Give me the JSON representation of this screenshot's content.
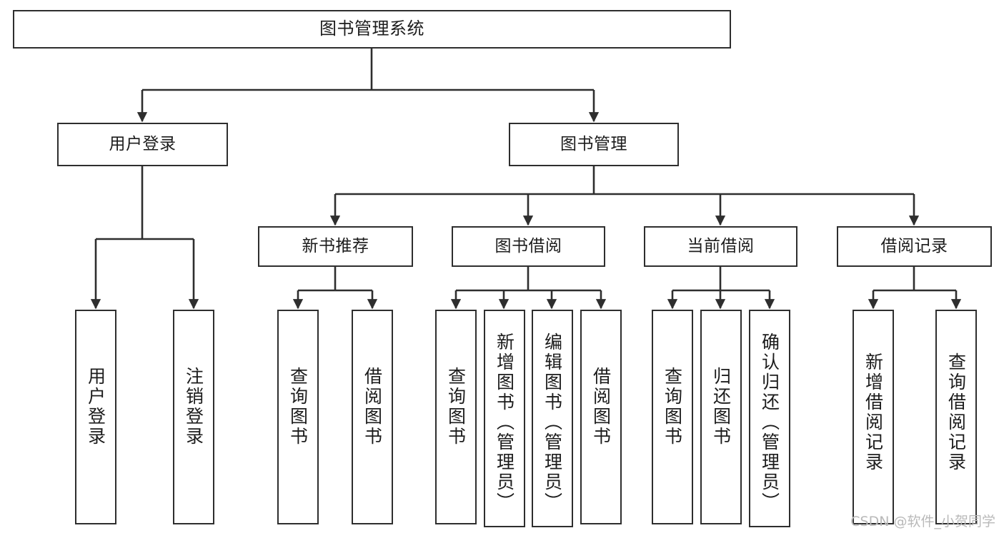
{
  "diagram": {
    "title": "图书管理系统",
    "type": "tree-diagram",
    "watermark": "CSDN @软件_小贺同学",
    "colors": {
      "box_border": "#2e2e2e",
      "box_fill": "#ffffff",
      "connector": "#2e2e2e",
      "text": "#1c1c1c",
      "watermark": "#b9b9b9",
      "background": "#ffffff"
    },
    "levels": {
      "root": {
        "label": "图书管理系统"
      },
      "level2": [
        {
          "id": "user-login",
          "label": "用户登录"
        },
        {
          "id": "book-management",
          "label": "图书管理"
        }
      ],
      "level3": [
        {
          "id": "new-book-recommend",
          "label": "新书推荐",
          "parent": "book-management"
        },
        {
          "id": "book-borrow",
          "label": "图书借阅",
          "parent": "book-management"
        },
        {
          "id": "current-borrow",
          "label": "当前借阅",
          "parent": "book-management"
        },
        {
          "id": "borrow-record",
          "label": "借阅记录",
          "parent": "book-management"
        }
      ],
      "leaves": {
        "user_login": [
          {
            "id": "leaf-user-login",
            "label": "用户登录"
          },
          {
            "id": "leaf-logout-login",
            "label": "注销登录"
          }
        ],
        "new_book_recommend": [
          {
            "id": "leaf-query-book-1",
            "label": "查询图书"
          },
          {
            "id": "leaf-borrow-book-1",
            "label": "借阅图书"
          }
        ],
        "book_borrow": [
          {
            "id": "leaf-query-book-2",
            "label": "查询图书"
          },
          {
            "id": "leaf-add-book",
            "label": "新增图书（管理员）"
          },
          {
            "id": "leaf-edit-book",
            "label": "编辑图书（管理员）"
          },
          {
            "id": "leaf-borrow-book-2",
            "label": "借阅图书"
          }
        ],
        "current_borrow": [
          {
            "id": "leaf-query-book-3",
            "label": "查询图书"
          },
          {
            "id": "leaf-return-book",
            "label": "归还图书"
          },
          {
            "id": "leaf-confirm-return",
            "label": "确认归还（管理员）"
          }
        ],
        "borrow_record": [
          {
            "id": "leaf-add-record",
            "label": "新增借阅记录"
          },
          {
            "id": "leaf-query-record",
            "label": "查询借阅记录"
          }
        ]
      }
    }
  }
}
